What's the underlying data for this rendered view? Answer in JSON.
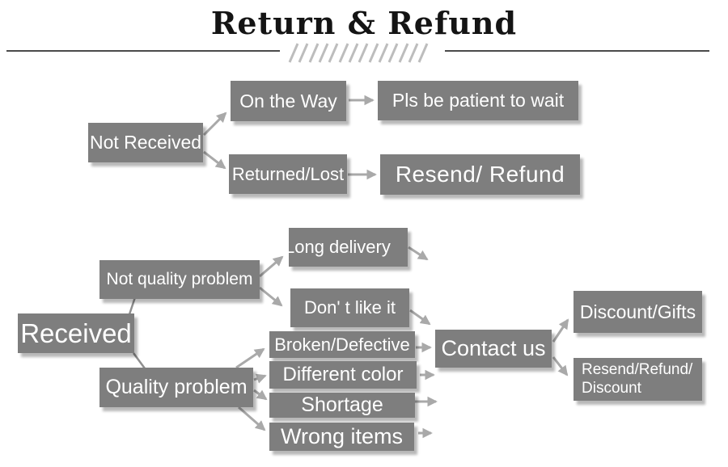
{
  "header": {
    "title": "Return & Refund"
  },
  "colors": {
    "box_bg": "#7e7e7e",
    "box_text": "#ffffff",
    "arrow": "#a9a9a9",
    "connector_line": "#8f8f8f",
    "title_text": "#141414",
    "hatch": "#bdbdbd",
    "rule": "#4a4a4a",
    "background": "#ffffff"
  },
  "nodes": {
    "not_received": "Not Received",
    "on_the_way": "On the Way",
    "pls_be_patient": "Pls be patient to wait",
    "returned_lost": "Returned/Lost",
    "resend_refund": "Resend/ Refund",
    "received": "Received",
    "not_quality_problem": "Not quality problem",
    "quality_problem": "Quality problem",
    "long_delivery": "Long delivery",
    "dont_like_it": "Don' t like it",
    "broken_defective": "Broken/Defective",
    "different_color": "Different color",
    "shortage": "Shortage",
    "wrong_items": "Wrong items",
    "contact_us": "Contact us",
    "discount_gifts": "Discount/Gifts",
    "resend_refund_discount": "Resend/Refund/\nDiscount"
  }
}
